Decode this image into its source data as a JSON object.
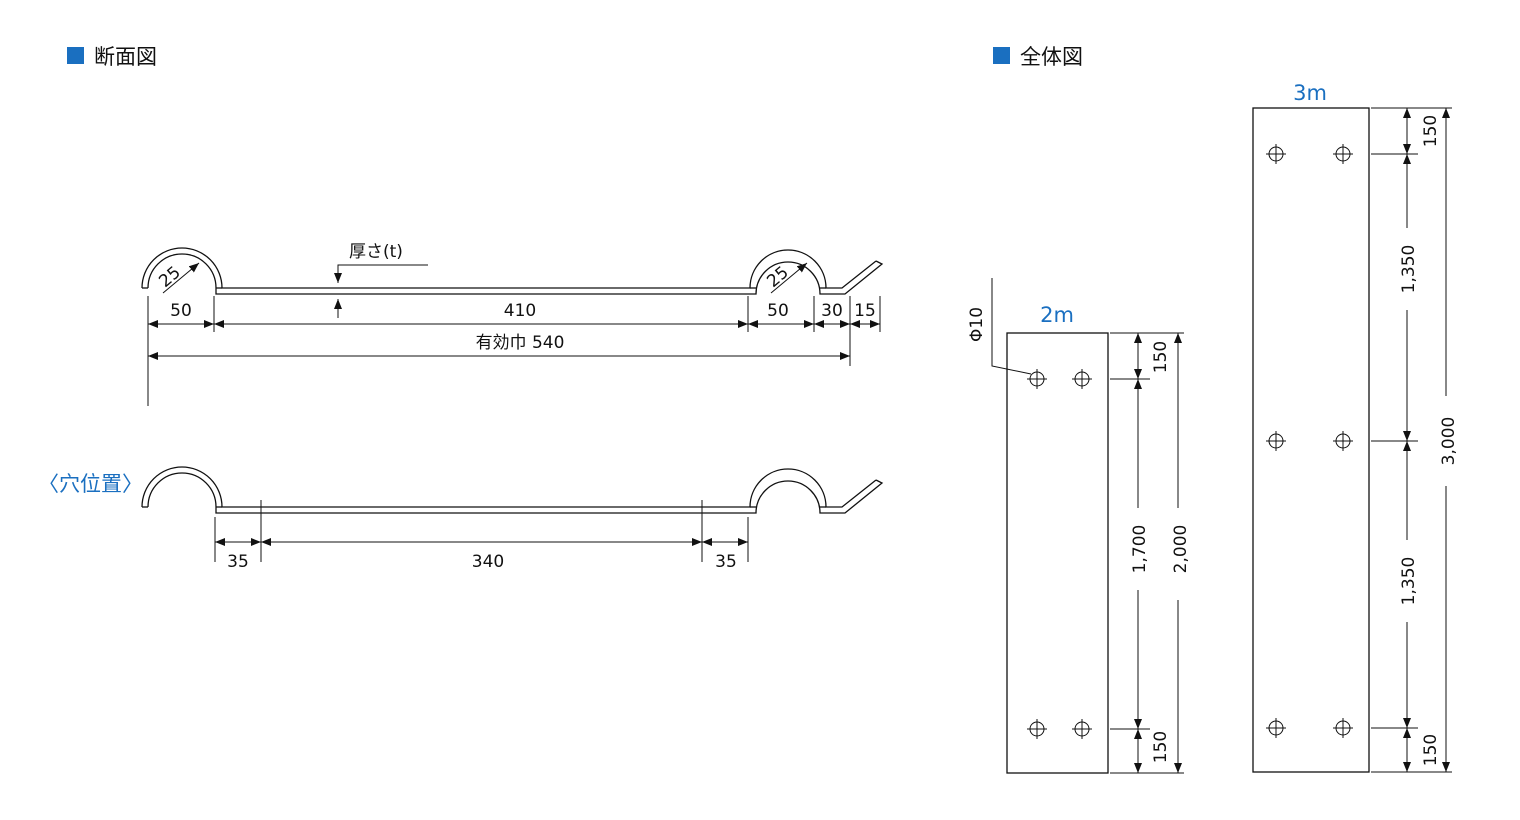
{
  "section_titles": {
    "cross_section": "断面図",
    "overall": "全体図"
  },
  "cross_section": {
    "radius_left": "25",
    "radius_right": "25",
    "thickness": "厚さ(t)",
    "dims_top": [
      "50",
      "410",
      "50",
      "30",
      "15"
    ],
    "effective_width": "有効巾 540"
  },
  "hole_position": {
    "title": "〈穴位置〉",
    "dims": [
      "35",
      "340",
      "35"
    ]
  },
  "overall": {
    "panel_2m": {
      "label": "2m",
      "hole_dia": "Φ10",
      "inner_dims": [
        "150",
        "1,700",
        "150"
      ],
      "total": "2,000"
    },
    "panel_3m": {
      "label": "3m",
      "inner_dims": [
        "150",
        "1,350",
        "1,350",
        "150"
      ],
      "total": "3,000"
    }
  },
  "colors": {
    "accent": "#1a6fc0",
    "line": "#111111"
  }
}
